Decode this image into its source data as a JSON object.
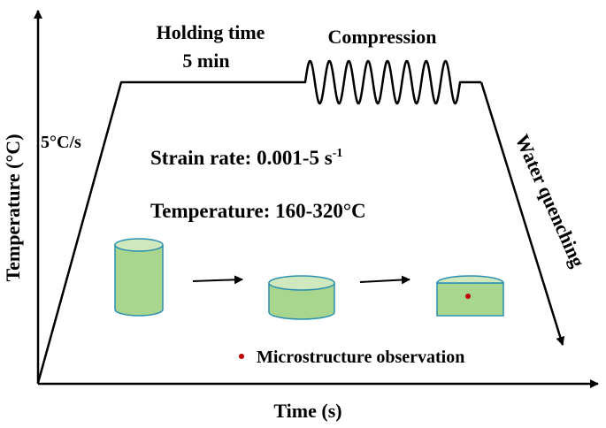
{
  "axes": {
    "x_label": "Time (s)",
    "y_label": "Temperature (°C)"
  },
  "heating": {
    "rate_label": "5°C/s"
  },
  "holding": {
    "line1": "Holding time",
    "line2": "5 min"
  },
  "compression": {
    "label": "Compression"
  },
  "quench": {
    "label": "Water quenching"
  },
  "conditions": {
    "strain_rate_text": "Strain rate: 0.001-5 s",
    "strain_rate_sup": "-1",
    "temperature_text": "Temperature: 160-320°C"
  },
  "legend": {
    "label": "Microstructure observation"
  },
  "colors": {
    "specimen_fill": "#a8d68e",
    "specimen_top": "#cfe8bd",
    "specimen_stroke": "#2a8fb0",
    "marker": "#c00000",
    "line": "#000000"
  }
}
